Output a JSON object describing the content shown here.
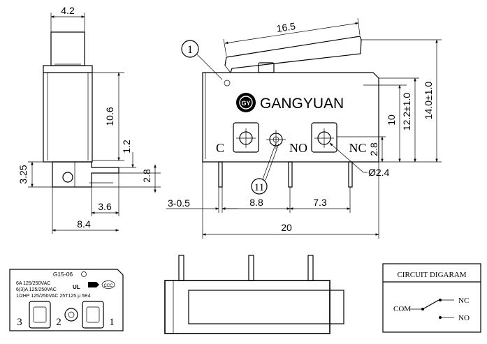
{
  "side_view": {
    "dim_width_top": "4.2",
    "dim_body_height": "10.6",
    "dim_tab_height": "1.2",
    "dim_base_height": "3.25",
    "dim_terminal_height": "2.8",
    "dim_terminal_offset": "3.6",
    "dim_total_depth": "8.4"
  },
  "front_view": {
    "callout_1": "1",
    "callout_11": "11",
    "brand": "GANGYUAN",
    "logo_text": "GY",
    "dim_lever_length": "16.5",
    "dim_height_10": "10",
    "dim_height_12": "12.2±1.0",
    "dim_height_14": "14.0±1.0",
    "dim_terminal_2_8": "2.8",
    "dim_hole": "Ø2.4",
    "dim_pin_width": "3-0.5",
    "dim_pitch_1": "8.8",
    "dim_pitch_2": "7.3",
    "dim_total_width": "20",
    "terminal_c": "C",
    "terminal_no": "NO",
    "terminal_nc": "NC"
  },
  "label_view": {
    "model": "G15-06",
    "rating_1": "6A 125/250VAC",
    "rating_2": "6(3)A 125/250VAC",
    "rating_3": "1/2HP 125/250VAC 25T125 μ 5E4",
    "cert_ul": "UL",
    "cert_ccc": "CCC",
    "pin_3": "3",
    "pin_2": "2",
    "pin_1": "1"
  },
  "circuit": {
    "title": "CIRCUIT DIGARAM",
    "com": "COM",
    "nc": "NC",
    "no": "NO"
  }
}
